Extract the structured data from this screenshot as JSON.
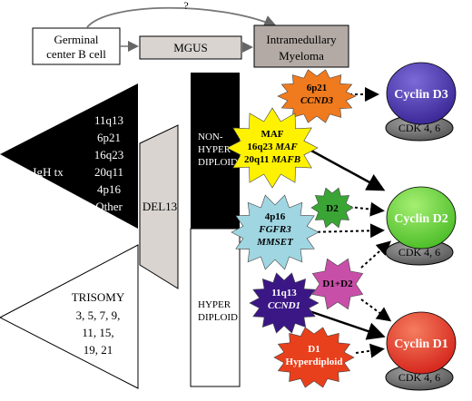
{
  "flow": {
    "question_mark": "?",
    "germinal_line1": "Germinal",
    "germinal_line2": "center B cell",
    "mgus": "MGUS",
    "myeloma_line1": "Intramedullary",
    "myeloma_line2": "Myeloma"
  },
  "igh": {
    "label": "IgH tx",
    "partners": [
      "11q13",
      "6p21",
      "16q23",
      "20q11",
      "4p16",
      "Other"
    ]
  },
  "trisomy": {
    "label": "TRISOMY",
    "lines": [
      "3, 5, 7, 9,",
      "11, 15,",
      "19, 21"
    ]
  },
  "del13": {
    "label": "DEL13"
  },
  "ploidy": {
    "non_hyper": [
      "NON-",
      "HYPER",
      "DIPLOID"
    ],
    "hyper": [
      "HYPER",
      "DIPLOID"
    ]
  },
  "groups": {
    "ccnd3_6p21": {
      "line1": "6p21",
      "line2": "CCND3",
      "color": "#f07a1e"
    },
    "maf": {
      "line1": "MAF",
      "line2_plain": "16q23 ",
      "line2_italic": "MAF",
      "line3_plain": "20q11 ",
      "line3_italic": "MAFB",
      "color": "#fff200"
    },
    "d2": {
      "label": "D2",
      "color": "#3aa535"
    },
    "fgfr3": {
      "line1": "4p16",
      "line2": "FGFR3",
      "line3": "MMSET",
      "color": "#9fd6e2"
    },
    "ccnd1_11q13": {
      "line1": "11q13",
      "line2": "CCND1",
      "color": "#3b1785"
    },
    "d1d2": {
      "label": "D1+D2",
      "color": "#c84fa8"
    },
    "d1_hyper": {
      "line1": "D1",
      "line2": "Hyperdiploid",
      "color": "#e8401c"
    }
  },
  "cyclins": {
    "d3": {
      "label": "Cyclin D3",
      "cdk": "CDK 4, 6",
      "color": "#3d2a98"
    },
    "d2": {
      "label": "Cyclin D2",
      "cdk": "CDK 4, 6",
      "color": "#4fbf2b"
    },
    "d1": {
      "label": "Cyclin D1",
      "cdk": "CDK 4, 6",
      "color": "#d6281e"
    }
  }
}
